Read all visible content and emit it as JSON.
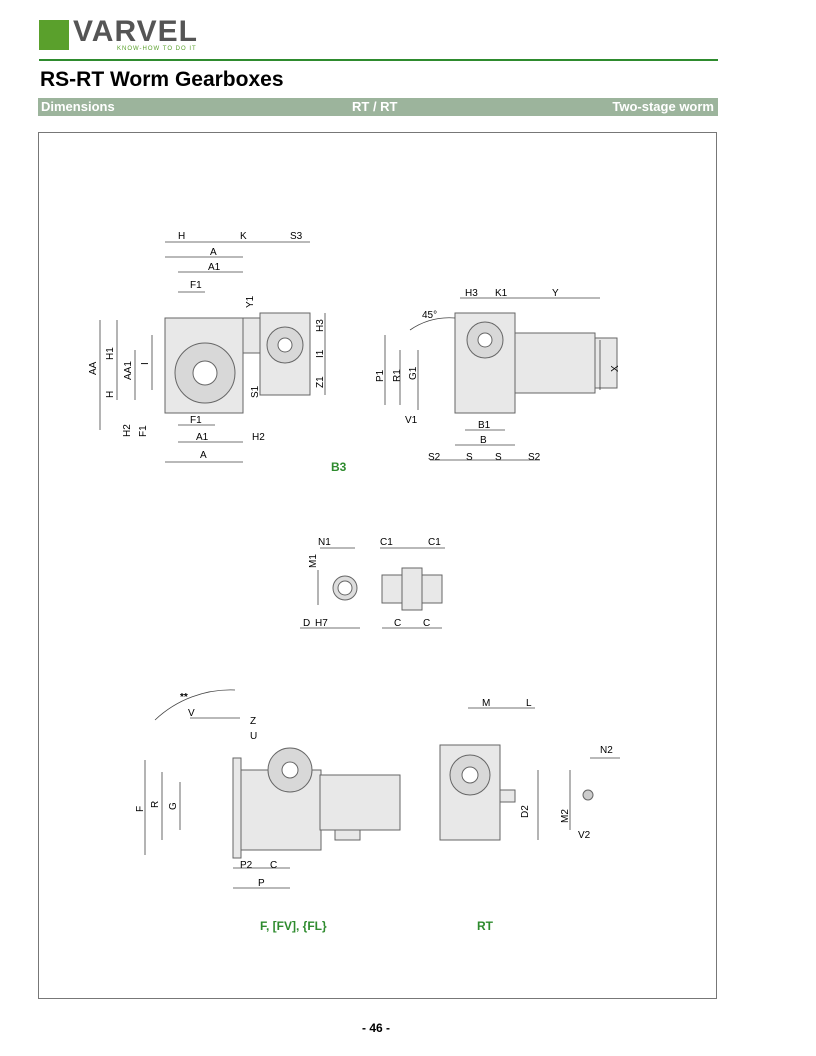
{
  "header": {
    "logo_text": "VARVEL",
    "logo_tagline": "KNOW-HOW TO DO IT",
    "title": "RS-RT Worm Gearboxes"
  },
  "band": {
    "left": "Dimensions",
    "center": "RT / RT",
    "right": "Two-stage worm"
  },
  "captions": {
    "b3": "B3",
    "flange": "F, [FV], {FL}",
    "rt": "RT"
  },
  "labels": {
    "H": "H",
    "A": "A",
    "K": "K",
    "S3": "S3",
    "A1": "A1",
    "F1": "F1",
    "Y1": "Y1",
    "H3": "H3",
    "H1": "H1",
    "AA": "AA",
    "AA1": "AA1",
    "I": "I",
    "I1": "I1",
    "Z1": "Z1",
    "S1": "S1",
    "H2": "H2",
    "K1": "K1",
    "Y": "Y",
    "P1": "P1",
    "R1": "R1",
    "G1": "G1",
    "X": "X",
    "V1": "V1",
    "B1": "B1",
    "B": "B",
    "S2": "S2",
    "S": "S",
    "angle45": "45°",
    "N1": "N1",
    "C1": "C1",
    "M1": "M1",
    "D": "D",
    "H7": "H7",
    "C": "C",
    "stars": "**",
    "V": "V",
    "Z": "Z",
    "U": "U",
    "F": "F",
    "R": "R",
    "G": "G",
    "P2": "P2",
    "P": "P",
    "M": "M",
    "L": "L",
    "N2": "N2",
    "D2": "D2",
    "M2": "M2",
    "V2": "V2"
  },
  "page_number": "- 46 -"
}
